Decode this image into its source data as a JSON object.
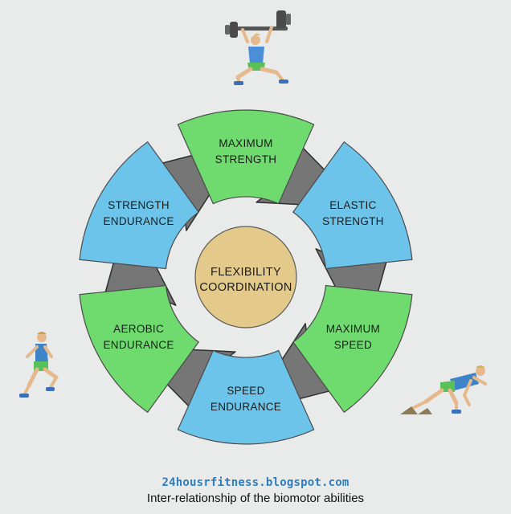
{
  "diagram": {
    "segments": [
      {
        "line1": "MAXIMUM",
        "line2": "STRENGTH",
        "fill": "#6fdb6f"
      },
      {
        "line1": "ELASTIC",
        "line2": "STRENGTH",
        "fill": "#6cc4ea"
      },
      {
        "line1": "MAXIMUM",
        "line2": "SPEED",
        "fill": "#6fdb6f"
      },
      {
        "line1": "SPEED",
        "line2": "ENDURANCE",
        "fill": "#6cc4ea"
      },
      {
        "line1": "AEROBIC",
        "line2": "ENDURANCE",
        "fill": "#6fdb6f"
      },
      {
        "line1": "STRENGTH",
        "line2": "ENDURANCE",
        "fill": "#6cc4ea"
      }
    ],
    "center": {
      "line1": "FLEXIBILITY",
      "line2": "COORDINATION",
      "fill": "#e3c98a"
    },
    "arrow_color": "#767676",
    "background": "#e9eaea"
  },
  "footer": {
    "website": "24housrfitness.blogspot.com",
    "caption": "Inter-relationship of the biomotor abilities"
  }
}
